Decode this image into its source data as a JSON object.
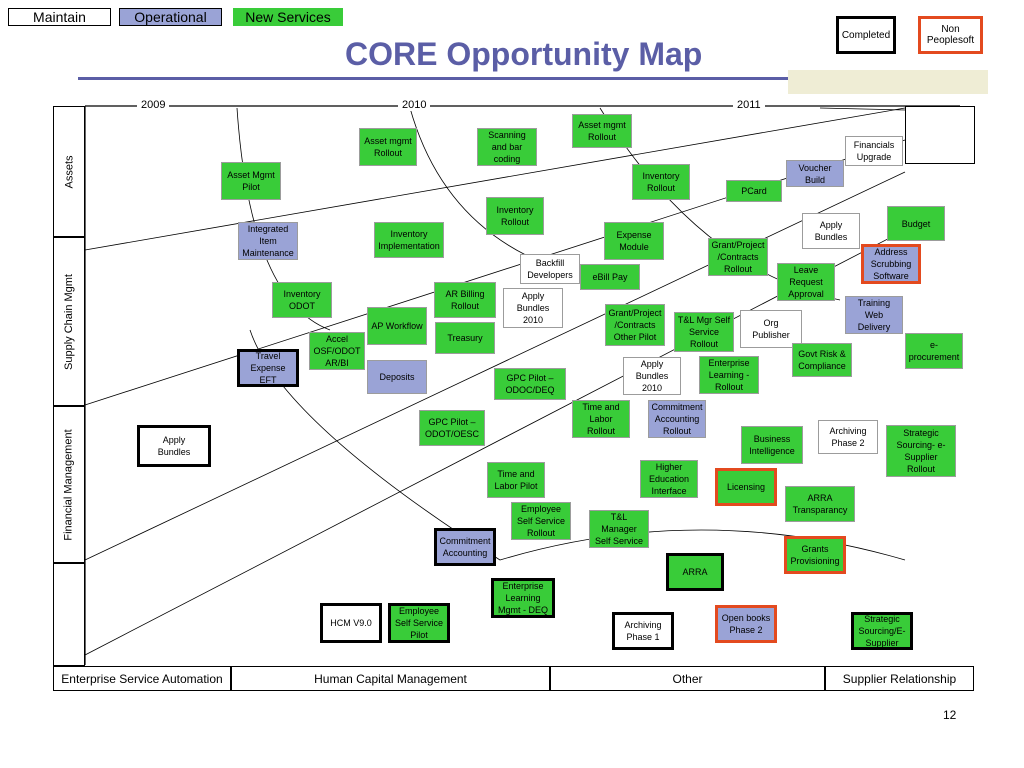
{
  "legend": {
    "maintain": "Maintain",
    "operational": "Operational",
    "new_services": "New Services"
  },
  "title": "CORE Opportunity Map",
  "key": {
    "completed": "Completed",
    "non_peoplesoft": "Non\nPeoplesoft"
  },
  "years": [
    "2009",
    "2010",
    "2011"
  ],
  "rows": [
    "Assets",
    "Supply Chain Mgmt",
    "Financial Management"
  ],
  "categories": [
    "Enterprise Service Automation",
    "Human Capital Management",
    "Other",
    "Supplier Relationship"
  ],
  "page_number": "12",
  "colors": {
    "title": "#5b5ea6",
    "new_services": "#39cc39",
    "operational": "#9aa3d6",
    "completed_border": "#000000",
    "non_peoplesoft_border": "#e34a1f"
  },
  "items": {
    "asset_mgmt_rollout_top": "Asset mgmt\nRollout",
    "asset_mgmt_rollout": "Asset mgmt\nRollout",
    "scanning": "Scanning\nand bar\ncoding",
    "financials_upgrade": "Financials\nUpgrade",
    "asset_mgmt_pilot": "Asset Mgmt\nPilot",
    "inventory_rollout_right": "Inventory\nRollout",
    "voucher_build": "Voucher\nBuild",
    "pcard": "PCard",
    "inventory_rollout_mid": "Inventory\nRollout",
    "integrated_item": "Integrated\nItem\nMaintenance",
    "inventory_implementation": "Inventory\nImplementation",
    "expense_module": "Expense\nModule",
    "apply_bundles_top": "Apply\nBundles",
    "budget": "Budget",
    "grant_project_rollout": "Grant/Project\n/Contracts\nRollout",
    "backfill": "Backfill\nDevelopers",
    "ebill": "eBill Pay",
    "address_scrubbing": "Address\nScrubbing\nSoftware",
    "leave_request": "Leave\nRequest\nApproval",
    "inventory_odot": "Inventory\nODOT",
    "ar_billing": "AR Billing\nRollout",
    "apply_bundles_2010_a": "Apply\nBundles\n2010",
    "training_web": "Training\nWeb\nDelivery",
    "grant_project_pilot": "Grant/Project\n/Contracts\nOther Pilot",
    "tl_mgr_self": "T&L Mgr Self\nService\nRollout",
    "org_publisher": "Org\nPublisher",
    "ap_workflow": "AP Workflow",
    "treasury": "Treasury",
    "accel_osf": "Accel\nOSF/ODOT\nAR/BI",
    "e_procurement": "e-\nprocurement",
    "govt_risk": "Govt Risk &\nCompliance",
    "travel_expense": "Travel\nExpense\nEFT",
    "deposits": "Deposits",
    "gpc_pilot_odoc": "GPC Pilot –\nODOC/DEQ",
    "apply_bundles_2010_b": "Apply\nBundles\n2010",
    "enterprise_learning_rollout": "Enterprise\nLearning  -\nRollout",
    "time_labor_rollout": "Time and\nLabor\nRollout",
    "commitment_rollout": "Commitment\nAccounting\nRollout",
    "gpc_pilot_odot": "GPC Pilot –\nODOT/OESC",
    "archiving_phase2": "Archiving\nPhase 2",
    "strategic_sourcing_rollout": "Strategic\nSourcing- e-\nSupplier\nRollout",
    "apply_bundles_left": "Apply\nBundles",
    "business_intelligence": "Business\nIntelligence",
    "time_labor_pilot": "Time and\nLabor Pilot",
    "higher_education": "Higher\nEducation\nInterface",
    "licensing": "Licensing",
    "arra_transparancy": "ARRA\nTransparancy",
    "employee_self_rollout": "Employee\nSelf Service\nRollout",
    "tl_manager_self": "T&L\nManager\nSelf Service",
    "commitment_accounting": "Commitment\nAccounting",
    "grants_provisioning": "Grants\nProvisioning",
    "arra": "ARRA",
    "enterprise_learning_deq": "Enterprise\nLearning\nMgmt - DEQ",
    "hcm_v9": "HCM V9.0",
    "employee_self_pilot": "Employee\nSelf Service\nPilot",
    "archiving_phase1": "Archiving\nPhase 1",
    "open_books": "Open books\nPhase 2",
    "strategic_sourcing_supplier": "Strategic\nSourcing/E-\nSupplier"
  }
}
